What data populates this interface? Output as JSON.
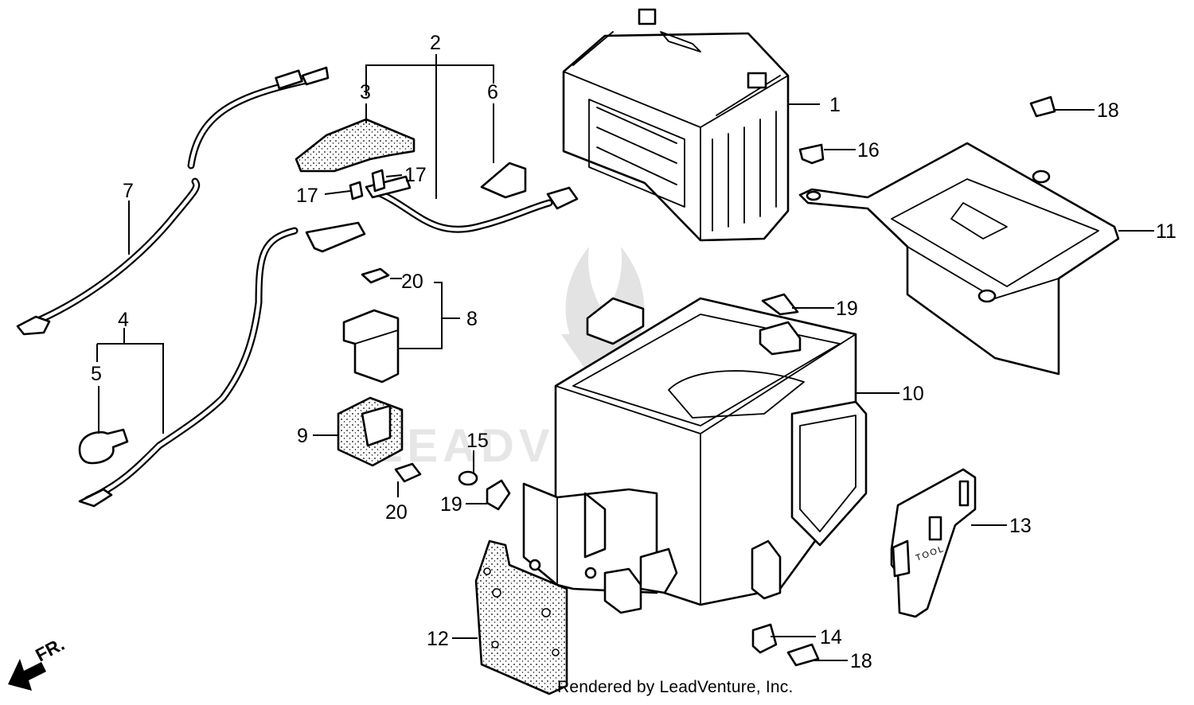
{
  "diagram": {
    "callouts": [
      {
        "id": "battery",
        "label": "1"
      },
      {
        "id": "cable-minus",
        "label": "2"
      },
      {
        "id": "terminal-cover-a",
        "label": "3"
      },
      {
        "id": "cable-plus",
        "label": "4"
      },
      {
        "id": "terminal-cover-b",
        "label": "5"
      },
      {
        "id": "terminal-cover-c",
        "label": "6"
      },
      {
        "id": "ground-cable",
        "label": "7"
      },
      {
        "id": "starter-relay",
        "label": "8"
      },
      {
        "id": "relay-cover",
        "label": "9"
      },
      {
        "id": "battery-box",
        "label": "10"
      },
      {
        "id": "battery-holder",
        "label": "11"
      },
      {
        "id": "box-cover",
        "label": "12"
      },
      {
        "id": "tool-lid",
        "label": "13"
      },
      {
        "id": "clip-14",
        "label": "14"
      },
      {
        "id": "grommet",
        "label": "15"
      },
      {
        "id": "bolt-16",
        "label": "16"
      },
      {
        "id": "bolt-17a",
        "label": "17"
      },
      {
        "id": "bolt-17b",
        "label": "17"
      },
      {
        "id": "bolt-18a",
        "label": "18"
      },
      {
        "id": "bolt-18b",
        "label": "18"
      },
      {
        "id": "clip-19a",
        "label": "19"
      },
      {
        "id": "clip-19b",
        "label": "19"
      },
      {
        "id": "fuse-20a",
        "label": "20"
      },
      {
        "id": "fuse-20b",
        "label": "20"
      }
    ],
    "front_arrow_label": "FR.",
    "tool_label": "TOOL",
    "watermark": "LEADVENTURE",
    "credit": "Rendered by LeadVenture, Inc."
  }
}
